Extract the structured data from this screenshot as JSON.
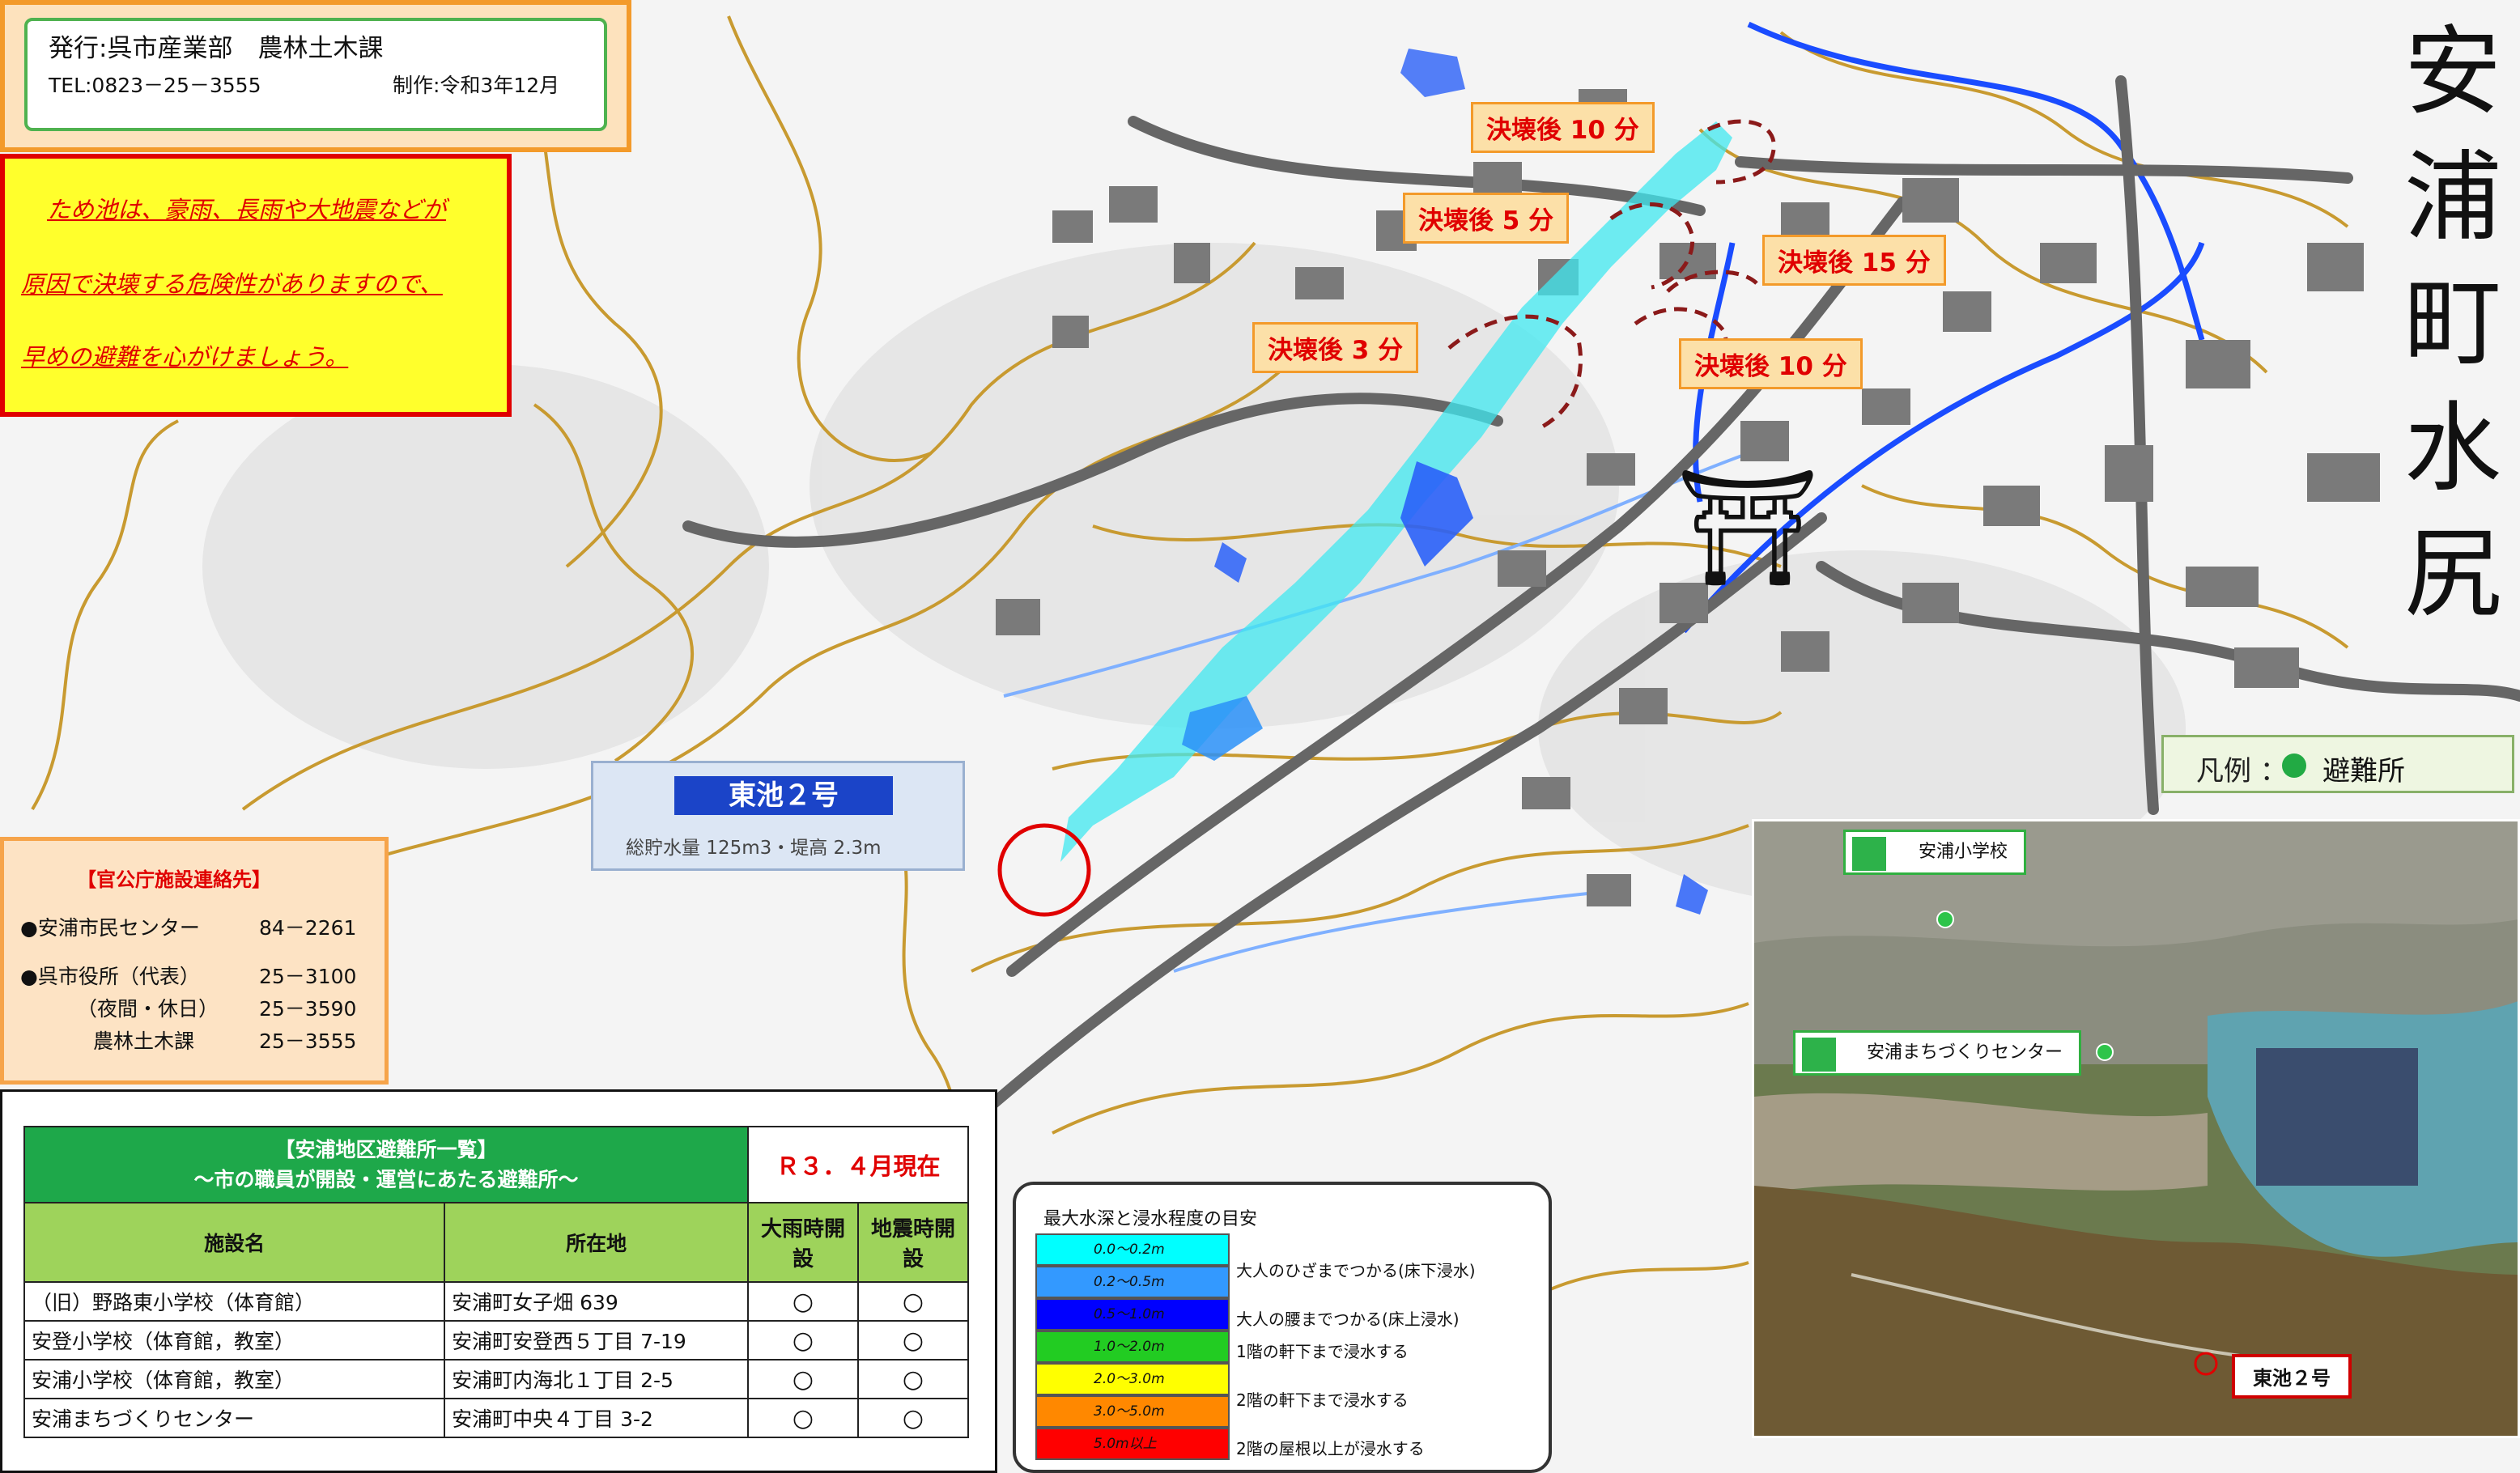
{
  "header": {
    "publisher": "発行:呉市産業部　農林土木課",
    "tel": "TEL:0823－25－3555",
    "produced": "制作:令和3年12月"
  },
  "warning": {
    "lines": [
      "ため池は、豪雨、長雨や大地震などが",
      "原因で決壊する危険性がありますので、",
      "早めの避難を心がけましょう。"
    ]
  },
  "contacts": {
    "title": "【官公庁施設連絡先】",
    "rows": [
      {
        "name": "●安浦市民センター",
        "tel": "84－2261"
      },
      {
        "name": "●呉市役所（代表）",
        "tel": "25－3100"
      },
      {
        "name": "（夜間・休日）",
        "tel": "25－3590"
      },
      {
        "name": "農林土木課",
        "tel": "25－3555"
      }
    ]
  },
  "shelters": {
    "title_line1": "【安浦地区避難所一覧】",
    "title_line2": "～市の職員が開設・運営にあたる避難所～",
    "as_of": "Ｒ３．４月現在",
    "headers": {
      "name": "施設名",
      "address": "所在地",
      "rain": "大雨時開設",
      "quake": "地震時開設"
    },
    "mark": "○",
    "rows": [
      {
        "name": "（旧）野路東小学校（体育館）",
        "address": "安浦町女子畑 639"
      },
      {
        "name": "安登小学校（体育館，教室）",
        "address": "安浦町安登西５丁目 7-19"
      },
      {
        "name": "安浦小学校（体育館，教室）",
        "address": "安浦町内海北１丁目 2-5"
      },
      {
        "name": "安浦まちづくりセンター",
        "address": "安浦町中央４丁目 3-2"
      }
    ]
  },
  "depth_legend": {
    "title": "最大水深と浸水程度の目安",
    "ranges": [
      {
        "range": "0.0～0.2m",
        "color": "#00ffff"
      },
      {
        "range": "0.2～0.5m",
        "color": "#3399ff"
      },
      {
        "range": "0.5～1.0m",
        "color": "#0000ff"
      },
      {
        "range": "1.0～2.0m",
        "color": "#22cc22"
      },
      {
        "range": "2.0～3.0m",
        "color": "#ffff00"
      },
      {
        "range": "3.0～5.0m",
        "color": "#ff8800"
      },
      {
        "range": "5.0m以上",
        "color": "#ff0000"
      }
    ],
    "descriptions": [
      "大人のひざまでつかる(床下浸水)",
      "大人の腰までつかる(床上浸水)",
      "1階の軒下まで浸水する",
      "2階の軒下まで浸水する",
      "2階の屋根以上が浸水する"
    ]
  },
  "map_title": "安浦町水尻",
  "legend": {
    "label": "凡例 ：",
    "text": "避難所"
  },
  "pond": {
    "name": "東池２号",
    "spec": "総貯水量 125m3・堤高 2.3m"
  },
  "time_labels": [
    "決壊後 3 分",
    "決壊後 5 分",
    "決壊後 10 分",
    "決壊後 10 分",
    "決壊後 15 分"
  ],
  "aerial": {
    "labels": [
      "安浦小学校",
      "安浦まちづくりセンター"
    ],
    "pond_label": "東池２号"
  },
  "colors": {
    "contour": "#c89a30",
    "road": "#666666",
    "river": "#1a4cff",
    "accent_red": "#e00000",
    "shelter_green": "#22aa44"
  }
}
